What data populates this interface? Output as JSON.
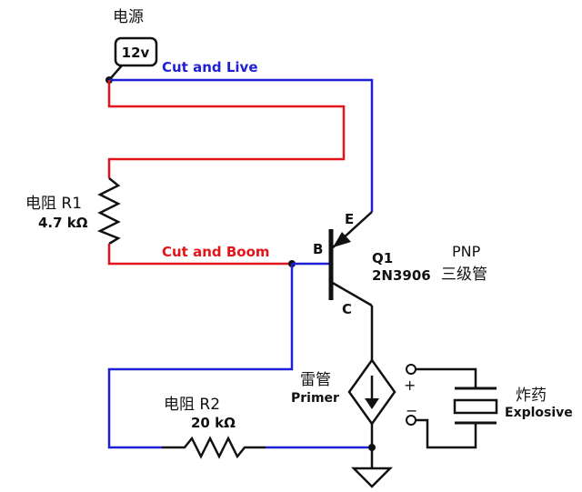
{
  "colors": {
    "wire_black": "#111111",
    "wire_red": "#e3141b",
    "wire_blue": "#1f1fd6"
  },
  "power": {
    "label_zh": "电源",
    "voltage": "12v"
  },
  "nets": {
    "cut_and_live": "Cut and Live",
    "cut_and_boom": "Cut and Boom"
  },
  "r1": {
    "name_zh": "电阻 R1",
    "value": "4.7 kΩ"
  },
  "r2": {
    "name_zh": "电阻 R2",
    "value": "20 kΩ"
  },
  "q1": {
    "designator": "Q1",
    "part": "2N3906",
    "type": "PNP",
    "type_zh": "三级管",
    "pin_e": "E",
    "pin_b": "B",
    "pin_c": "C"
  },
  "primer": {
    "label_zh": "雷管",
    "label": "Primer"
  },
  "explosive": {
    "label_zh": "炸药",
    "label": "Explosive",
    "plus": "+",
    "minus": "−"
  },
  "icons": [
    "transistor-pnp-icon",
    "resistor-icon",
    "current-source-icon",
    "capacitor-icon",
    "ground-icon"
  ]
}
